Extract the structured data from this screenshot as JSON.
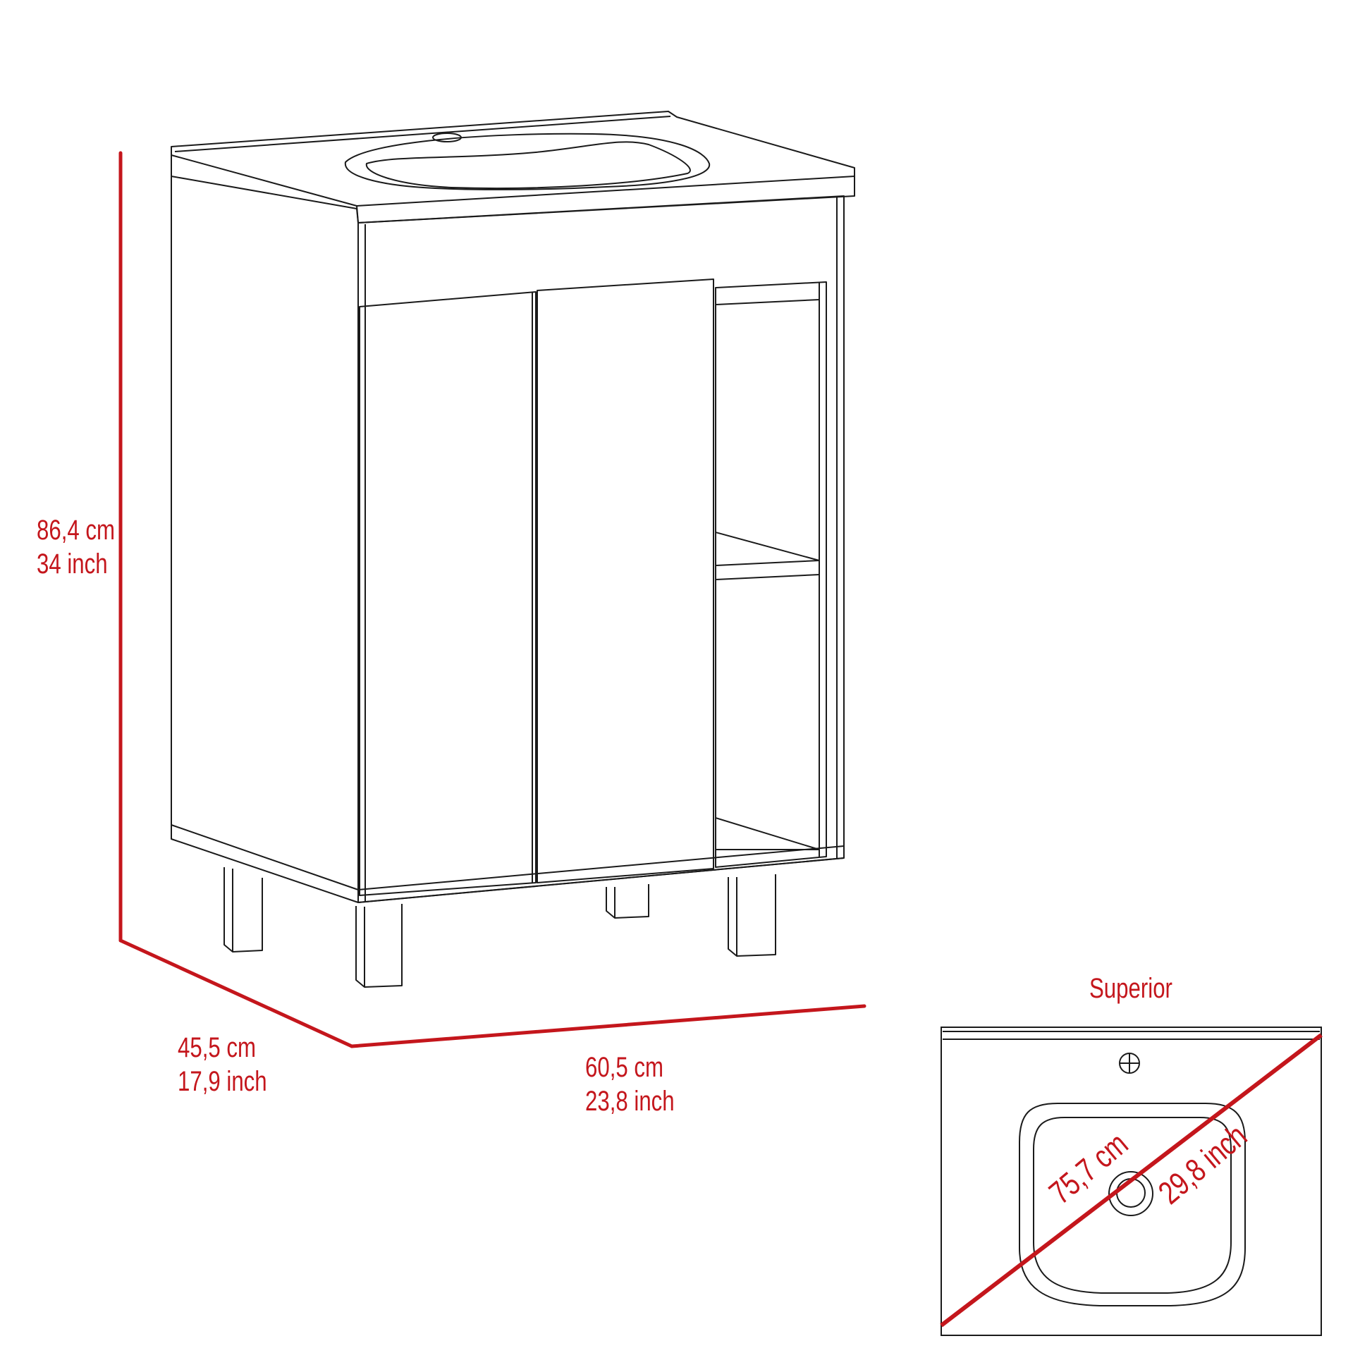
{
  "colors": {
    "dimension": "#c4161c",
    "line": "#1a1a1a",
    "background": "#ffffff"
  },
  "dimensions": {
    "height": {
      "cm": "86,4 cm",
      "inch": "34 inch"
    },
    "depth": {
      "cm": "45,5 cm",
      "inch": "17,9 inch"
    },
    "width": {
      "cm": "60,5 cm",
      "inch": "23,8 inch"
    }
  },
  "top_view": {
    "title": "Superior",
    "diagonal": {
      "cm": "75,7 cm",
      "inch": "29,8 inch"
    }
  }
}
